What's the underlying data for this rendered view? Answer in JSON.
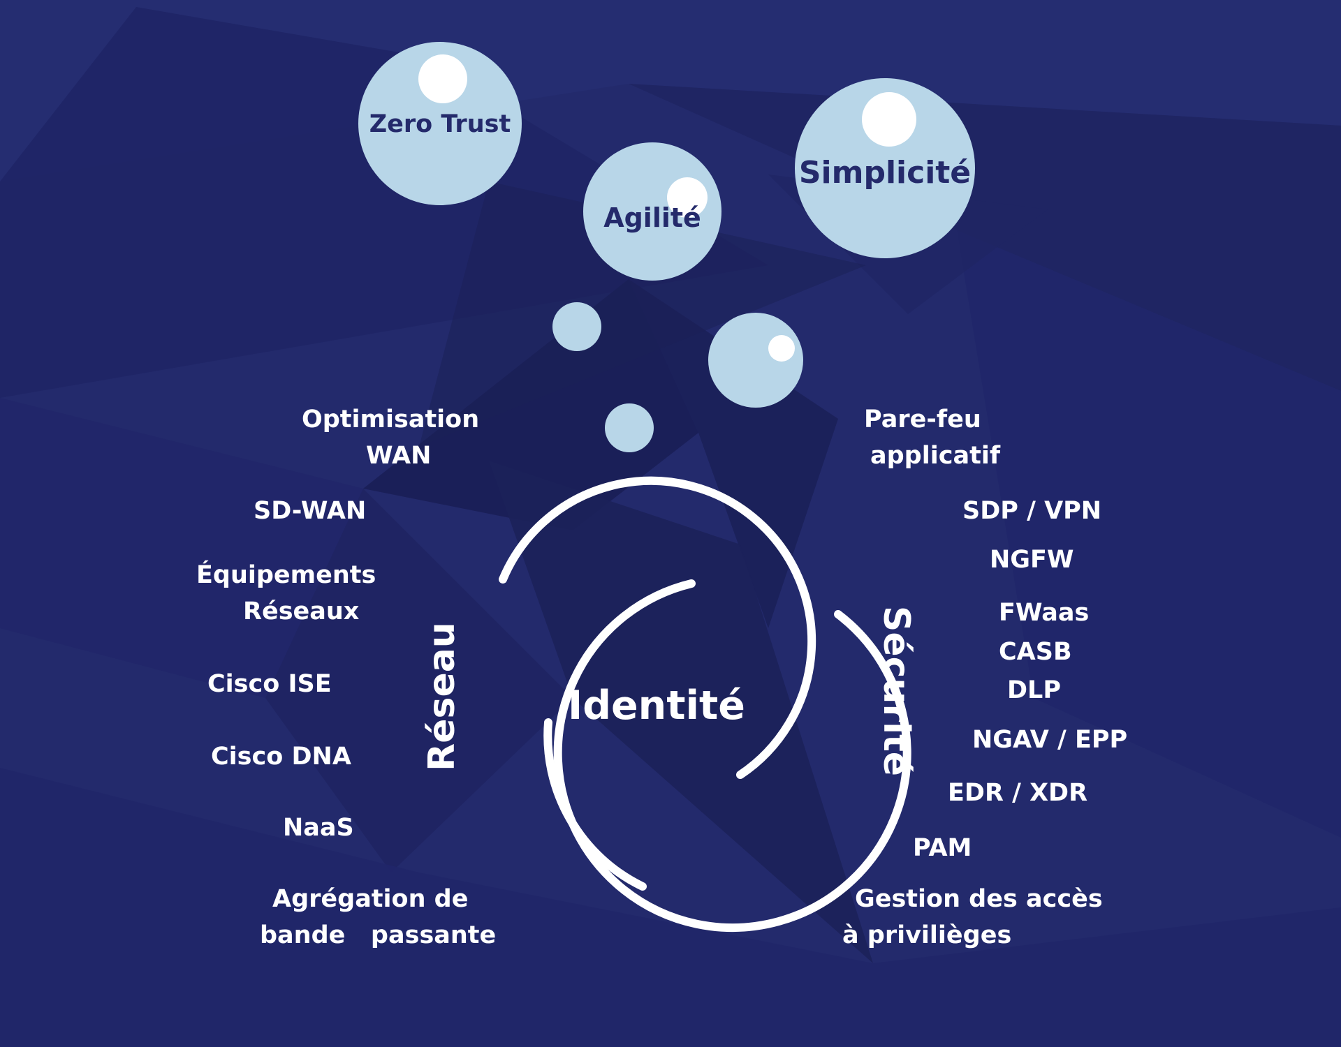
{
  "colors": {
    "background": "#232a6c",
    "bubble": "#b8d6e8",
    "bubble_text": "#242a6b",
    "text": "#ffffff"
  },
  "bubbles": {
    "zero_trust": "Zero Trust",
    "agilite": "Agilité",
    "simplicite": "Simplicité"
  },
  "center": {
    "label": "Identité"
  },
  "reseau": {
    "title": "Réseau",
    "items": {
      "optimisation": [
        "Optimisation",
        "WAN"
      ],
      "sdwan": "SD-WAN",
      "equipements": [
        "Équipements",
        "Réseaux"
      ],
      "ise": "Cisco ISE",
      "dna": "Cisco DNA",
      "naas": "NaaS",
      "agregation": [
        "Agrégation de",
        "bande   passante"
      ]
    }
  },
  "securite": {
    "title": "Sécurité",
    "items": {
      "parefeu": [
        "Pare-feu",
        "applicatif"
      ],
      "sdp": "SDP / VPN",
      "ngfw": "NGFW",
      "fwaas": "FWaas",
      "casb": "CASB",
      "dlp": "DLP",
      "ngav": "NGAV / EPP",
      "edr": "EDR / XDR",
      "pam": "PAM",
      "gestion": [
        "Gestion des accès",
        "à privilièges"
      ]
    }
  }
}
